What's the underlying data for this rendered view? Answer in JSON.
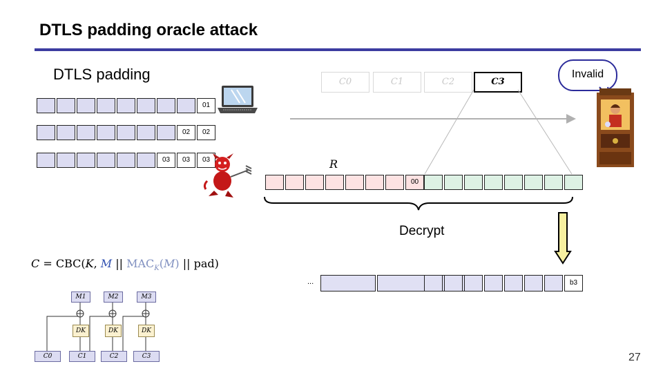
{
  "slide": {
    "title": "DTLS padding oracle attack",
    "page_number": "27"
  },
  "padding_panel": {
    "heading": "DTLS padding",
    "rows": [
      [
        "",
        "",
        "",
        "",
        "",
        "",
        "",
        "",
        "01"
      ],
      [
        "",
        "",
        "",
        "",
        "",
        "",
        "",
        "02",
        "02"
      ],
      [
        "",
        "",
        "",
        "",
        "",
        "",
        "03",
        "03",
        "03"
      ]
    ]
  },
  "ciphertext_blocks": [
    "C0",
    "C1",
    "C2",
    "C3"
  ],
  "oracle": {
    "response": "Invalid"
  },
  "r_block": {
    "label": "R",
    "cells": [
      "",
      "",
      "",
      "",
      "",
      "",
      "",
      "00"
    ]
  },
  "c3_block": {
    "cells": [
      "",
      "",
      "",
      "",
      "",
      "",
      "",
      ""
    ]
  },
  "decrypt_label": "Decrypt",
  "formula": {
    "text": "C = CBC(K, M || MAC_K(M) || pad)"
  },
  "decrypted_row": {
    "ellipsis": "...",
    "left_cells": [
      "",
      "",
      "",
      "",
      "",
      ""
    ],
    "right_cells": [
      "",
      "",
      "",
      "",
      "",
      "",
      "",
      "b3"
    ]
  },
  "cbc_diagram": {
    "plaintexts": [
      "M1",
      "M2",
      "M3"
    ],
    "decrypt_boxes": [
      "DK",
      "DK",
      "DK"
    ],
    "ciphertexts": [
      "C0",
      "C1",
      "C2",
      "C3"
    ]
  },
  "colors": {
    "accent_rule": "#3c3ca0",
    "padding_cells": "#dcdcf2",
    "r_cells": "#fde2e2",
    "c3_cells": "#ddf1e4",
    "bubble_border": "#2b2b9a",
    "arrow_fill": "#f7f0a0"
  },
  "icons": [
    "laptop-icon",
    "devil-attacker-icon",
    "fortune-teller-oracle-icon"
  ]
}
